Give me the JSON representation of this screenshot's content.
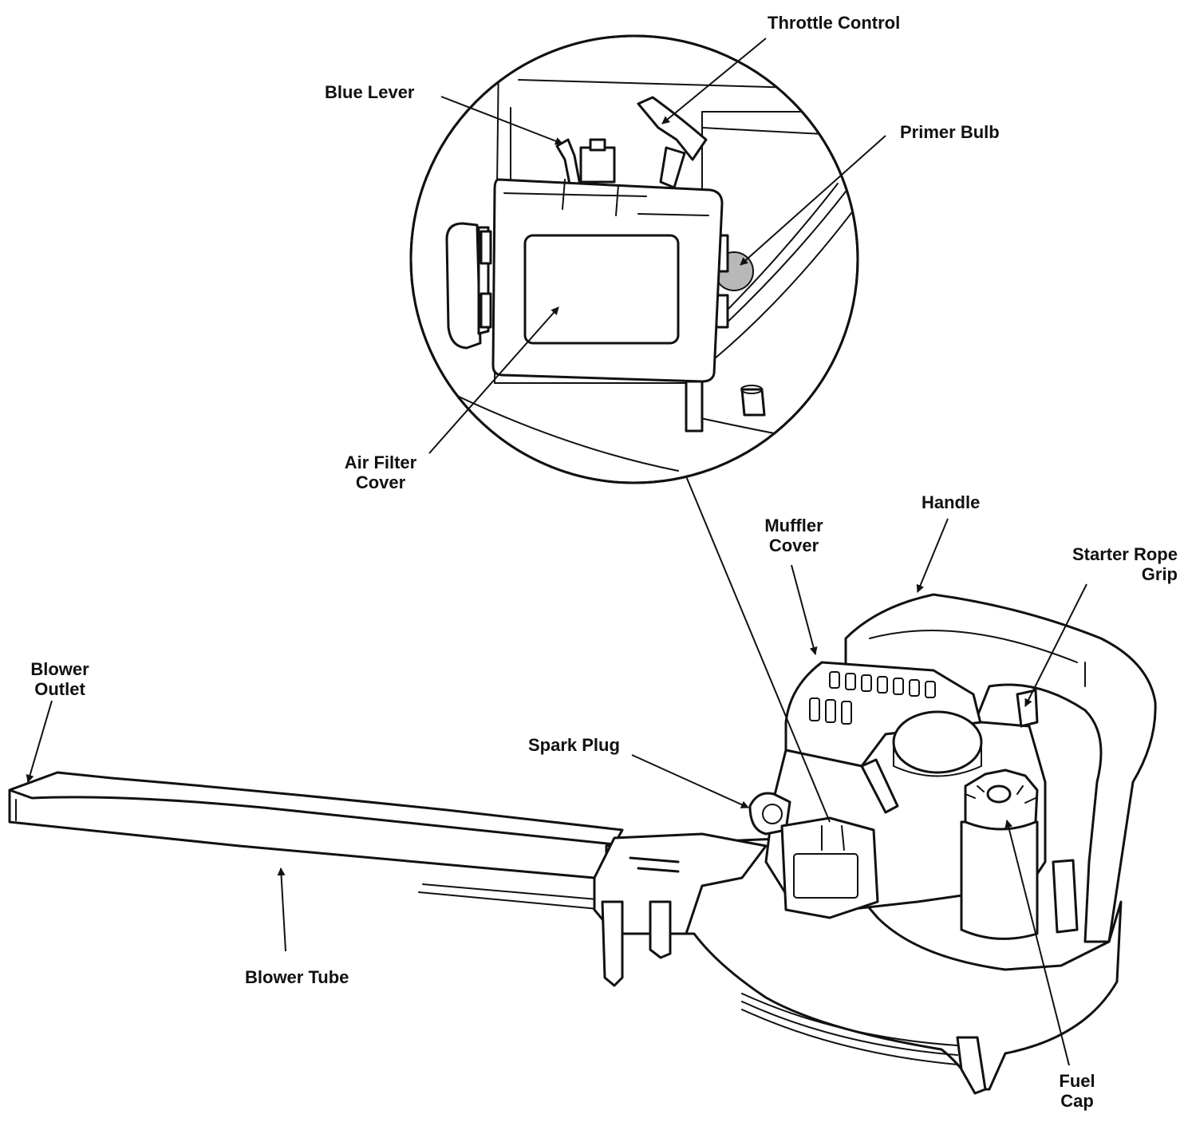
{
  "labels": {
    "throttle_control": "Throttle Control",
    "blue_lever": "Blue Lever",
    "primer_bulb": "Primer Bulb",
    "air_filter_cover": [
      "Air Filter",
      "Cover"
    ],
    "handle": "Handle",
    "muffler_cover": [
      "Muffler",
      "Cover"
    ],
    "starter_rope_grip": [
      "Starter Rope",
      "Grip"
    ],
    "blower_outlet": [
      "Blower",
      "Outlet"
    ],
    "spark_plug": "Spark Plug",
    "blower_tube": "Blower Tube",
    "fuel_cap": [
      "Fuel",
      "Cap"
    ]
  },
  "colors": {
    "ink": "#111111",
    "primer_bulb_fill": "#b8b8b8",
    "background": "#ffffff"
  }
}
